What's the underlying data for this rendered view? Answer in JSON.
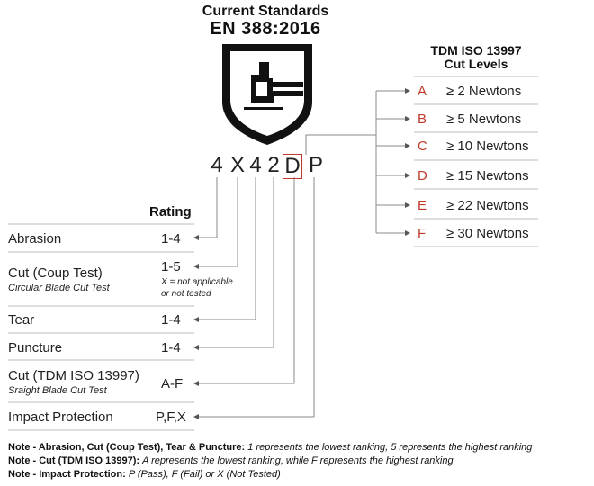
{
  "header": {
    "title_line1": "Current Standards",
    "title_line2": "EN 388:2016"
  },
  "code": [
    "4",
    "X",
    "4",
    "2",
    "D",
    "P"
  ],
  "rating_header": "Rating",
  "rows": [
    {
      "label": "Abrasion",
      "sub": "",
      "rating": "1-4",
      "note_line1": "",
      "note_line2": ""
    },
    {
      "label": "Cut (Coup Test)",
      "sub": "Circular Blade Cut Test",
      "rating": "1-5",
      "note_line1": "X = not applicable",
      "note_line2": "or not tested"
    },
    {
      "label": "Tear",
      "sub": "",
      "rating": "1-4",
      "note_line1": "",
      "note_line2": ""
    },
    {
      "label": "Puncture",
      "sub": "",
      "rating": "1-4",
      "note_line1": "",
      "note_line2": ""
    },
    {
      "label": "Cut (TDM ISO 13997)",
      "sub": "Sraight Blade Cut Test",
      "rating": "A-F",
      "note_line1": "",
      "note_line2": ""
    },
    {
      "label": "Impact Protection",
      "sub": "",
      "rating": "P,F,X",
      "note_line1": "",
      "note_line2": ""
    }
  ],
  "cut_levels": {
    "title_line1": "TDM ISO 13997",
    "title_line2": "Cut Levels",
    "items": [
      {
        "letter": "A",
        "value": "≥ 2 Newtons"
      },
      {
        "letter": "B",
        "value": "≥ 5 Newtons"
      },
      {
        "letter": "C",
        "value": "≥ 10 Newtons"
      },
      {
        "letter": "D",
        "value": "≥ 15 Newtons"
      },
      {
        "letter": "E",
        "value": "≥ 22 Newtons"
      },
      {
        "letter": "F",
        "value": "≥ 30 Newtons"
      }
    ]
  },
  "notes": [
    {
      "label": "Note - Abrasion, Cut (Coup Test), Tear & Puncture:",
      "text": "1 represents the lowest ranking, 5 represents the highest ranking"
    },
    {
      "label": "Note - Cut (TDM ISO 13997):",
      "text": "A represents the lowest ranking, while F represents the highest ranking"
    },
    {
      "label": "Note - Impact Protection:",
      "text": "P (Pass), F (Fail) or X (Not Tested)"
    }
  ],
  "colors": {
    "accent": "#c0392b",
    "line": "#9a9a9a",
    "text": "#222222"
  }
}
